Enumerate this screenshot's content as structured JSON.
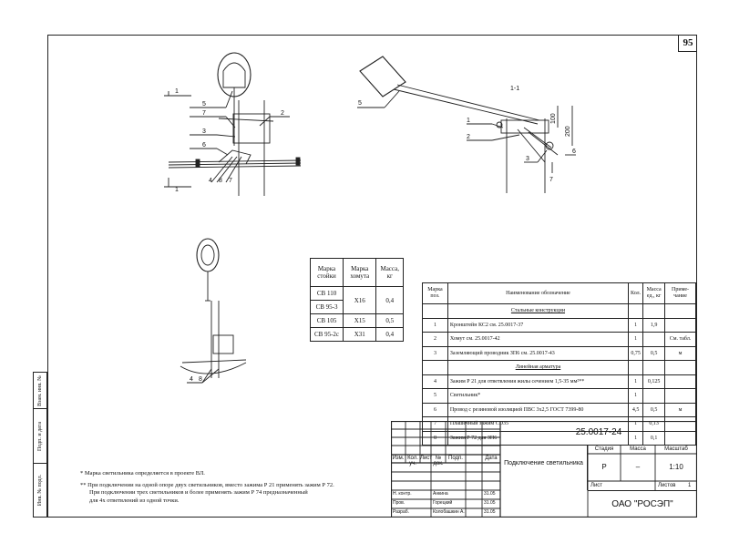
{
  "sheet_number": "95",
  "side_stamp": [
    "Инв. № подл.",
    "Подп. и дата",
    "Взам. инв. №"
  ],
  "labels": {
    "d1_1a": "1",
    "d1_1b": "1",
    "d1_5": "5",
    "d1_7": "7",
    "d1_3": "3",
    "d1_2": "2",
    "d1_6": "6",
    "d1_4": "4",
    "d1_8": "8",
    "d1_7b": "7",
    "sec": "1-1",
    "d2_5": "5",
    "d2_1": "1",
    "d2_2": "2",
    "d2_3": "3",
    "d2_6": "6",
    "d2_7": "7",
    "dim100": "100",
    "dim200": "200",
    "d3_4": "4",
    "d3_8": "8"
  },
  "mark_table": {
    "headers": [
      "Марка стойки",
      "Марка хомута",
      "Масса, кг"
    ],
    "rows": [
      {
        "post": "СВ 110",
        "clamp": "Х16",
        "mass": "0,4"
      },
      {
        "post": "СВ 95-3",
        "clamp": "",
        "mass": ""
      },
      {
        "post": "СВ 105",
        "clamp": "Х15",
        "mass": "0,5"
      },
      {
        "post": "СВ 95-2с",
        "clamp": "Х31",
        "mass": "0,4"
      }
    ]
  },
  "bom": {
    "headers": [
      "Марка поз.",
      "Наименование обозначение",
      "Кол.",
      "Масса ед., кг",
      "Приме- чание"
    ],
    "sections": [
      {
        "title": "Стальные конструкции",
        "rows": [
          {
            "pos": "1",
            "name": "Кронштейн КС2 см. 25.0017-37",
            "qty": "1",
            "mass": "1,9",
            "note": ""
          },
          {
            "pos": "2",
            "name": "Хомут см. 25.0017-42",
            "qty": "1",
            "mass": "",
            "note": "См. табл."
          },
          {
            "pos": "3",
            "name": "Заземляющий проводник ЗП6 см. 25.0017-43",
            "qty": "0,75",
            "mass": "0,5",
            "note": "м"
          }
        ]
      },
      {
        "title": "Линейная арматура",
        "rows": [
          {
            "pos": "4",
            "name": "Зажим Р 21 для ответвления жилы сечением 1,5-35 мм²**",
            "qty": "1",
            "mass": "0,125",
            "note": ""
          },
          {
            "pos": "5",
            "name": "Светильник*",
            "qty": "1",
            "mass": "",
            "note": ""
          },
          {
            "pos": "6",
            "name": "Провод с резиновой изоляцией ПВС 3х2,5 ГОСТ 7399-80",
            "qty": "4,5",
            "mass": "0,5",
            "note": "м"
          },
          {
            "pos": "7",
            "name": "Плашечный зажим CD35",
            "qty": "1",
            "mass": "0,13",
            "note": ""
          },
          {
            "pos": "8",
            "name": "Зажим Р 72 для ЗП6",
            "qty": "1",
            "mass": "0,1",
            "note": ""
          }
        ]
      }
    ]
  },
  "notes": [
    "* Марка светильника определяется в проекте ВЛ.",
    "** При подключении на одной опоре двух светильников, вместо зажима Р 21 применять зажим Р 72.",
    "При подключении трех светильников и более применять зажим Р 74 предназначенный",
    "для 4х ответвлений из одной точки."
  ],
  "title_block": {
    "doc_code": "25.0017-24",
    "title": "Подключение светильника",
    "stage_label": "Стадия",
    "stage": "Р",
    "mass_label": "Масса",
    "mass": "–",
    "scale_label": "Масштаб",
    "scale": "1:10",
    "sheet_label": "Лист",
    "sheets_label": "Листов",
    "sheets": "1",
    "org": "ОАО \"РОСЭП\"",
    "cols": [
      "Изм.",
      "Кол. уч.",
      "Лист",
      "№ док.",
      "Подп.",
      "Дата"
    ],
    "signers": [
      {
        "role": "Н. контр.",
        "name": "Анкина",
        "date": "31.05"
      },
      {
        "role": "Пров.",
        "name": "Горецкий",
        "date": "31.05"
      },
      {
        "role": "Разраб.",
        "name": "Колобашкин А.",
        "date": "31.05"
      }
    ]
  }
}
